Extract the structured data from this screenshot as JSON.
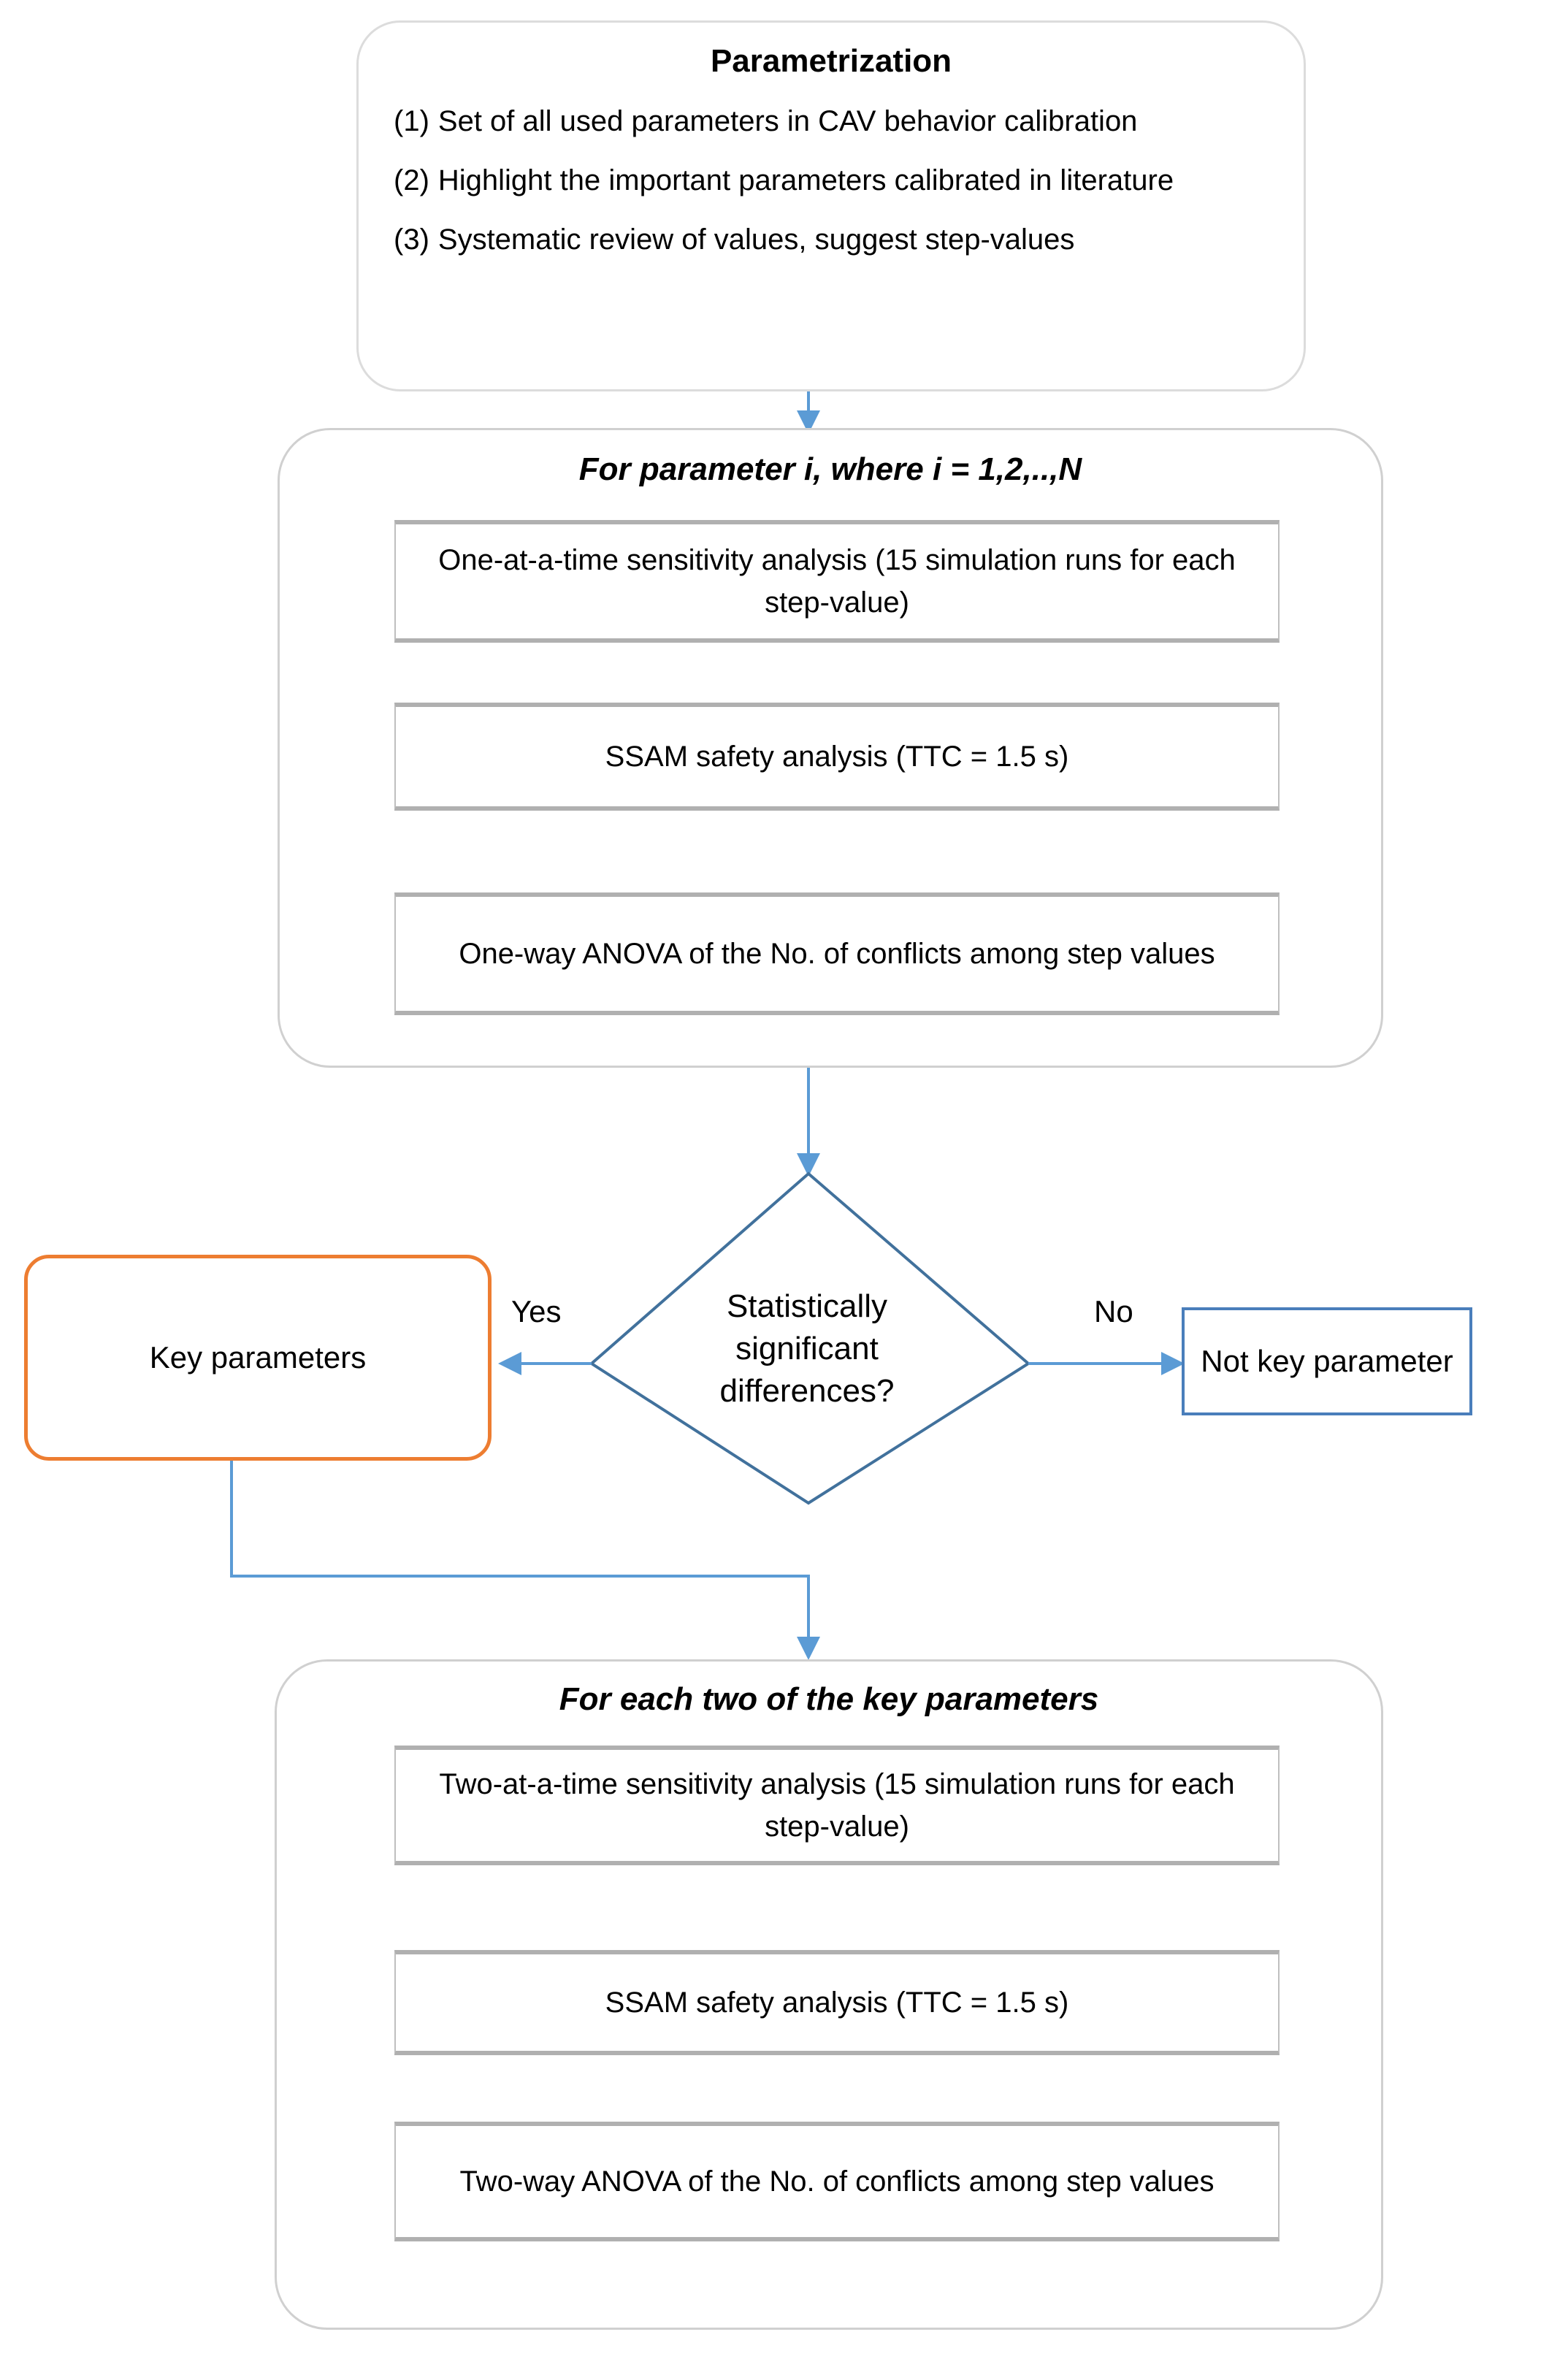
{
  "diagram": {
    "title": "CAV behavior calibration sensitivity-analysis workflow",
    "colors": {
      "connector_blue": "#5B9BD5",
      "diamond_stroke": "#41719C",
      "orange_accent": "#ED7D31",
      "blue_accent": "#4A7EBB",
      "container_grey": "#D0D0D0",
      "process_grey": "#B0B0B0"
    }
  },
  "parametrization_card": {
    "title": "Parametrization",
    "items": [
      {
        "num": "(1)",
        "text": "Set of all used parameters in CAV behavior calibration"
      },
      {
        "num": "(2)",
        "text": "Highlight the important parameters calibrated in literature"
      },
      {
        "num": "(3)",
        "text": "Systematic review of values, suggest step-values"
      }
    ]
  },
  "one_at_a_time_group": {
    "heading": "For parameter i, where i = 1,2,..,N",
    "steps": [
      "One-at-a-time sensitivity analysis (15 simulation runs for each step-value)",
      "SSAM safety analysis (TTC = 1.5 s)",
      "One-way ANOVA  of the No. of conflicts among step values"
    ]
  },
  "decision": {
    "question": "Statistically\nsignificant\ndifferences?",
    "yes_label": "Yes",
    "no_label": "No",
    "yes_target": "Key parameters",
    "no_target": "Not key parameter"
  },
  "two_at_a_time_group": {
    "heading": "For each two of the key parameters",
    "steps": [
      "Two-at-a-time sensitivity analysis (15 simulation runs for each step-value)",
      "SSAM safety analysis (TTC = 1.5 s)",
      "Two-way ANOVA  of the No. of conflicts among step values"
    ]
  }
}
